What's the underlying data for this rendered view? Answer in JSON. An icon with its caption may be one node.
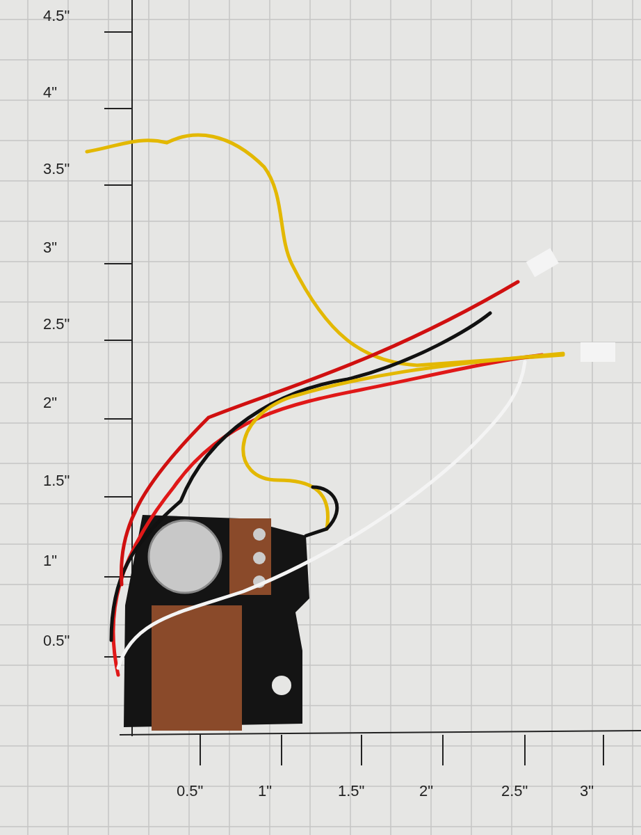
{
  "diagram": {
    "labels": [
      "4.5\"",
      "4\"",
      "3.5\"",
      "3\"",
      "2.5\"",
      "2\"",
      "1.5\"",
      "1\"",
      "0.5\"",
      "0.5\"",
      "1\"",
      "1.5\"",
      "2\"",
      "2.5\"",
      "3\""
    ]
  }
}
